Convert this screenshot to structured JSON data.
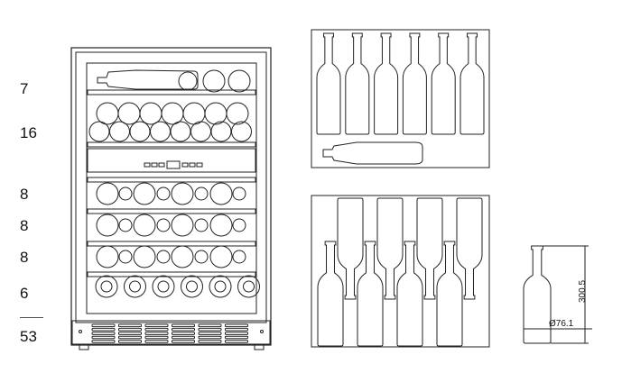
{
  "shelf_counts": [
    "7",
    "16",
    "8",
    "8",
    "8",
    "6"
  ],
  "total": "53",
  "bottle_dimensions": {
    "height": "300.5",
    "diameter": "Ø76.1"
  },
  "control_panel_icon": "digital-display-icon",
  "colors": {
    "line": "#222222",
    "text": "#111111",
    "background": "#ffffff"
  }
}
